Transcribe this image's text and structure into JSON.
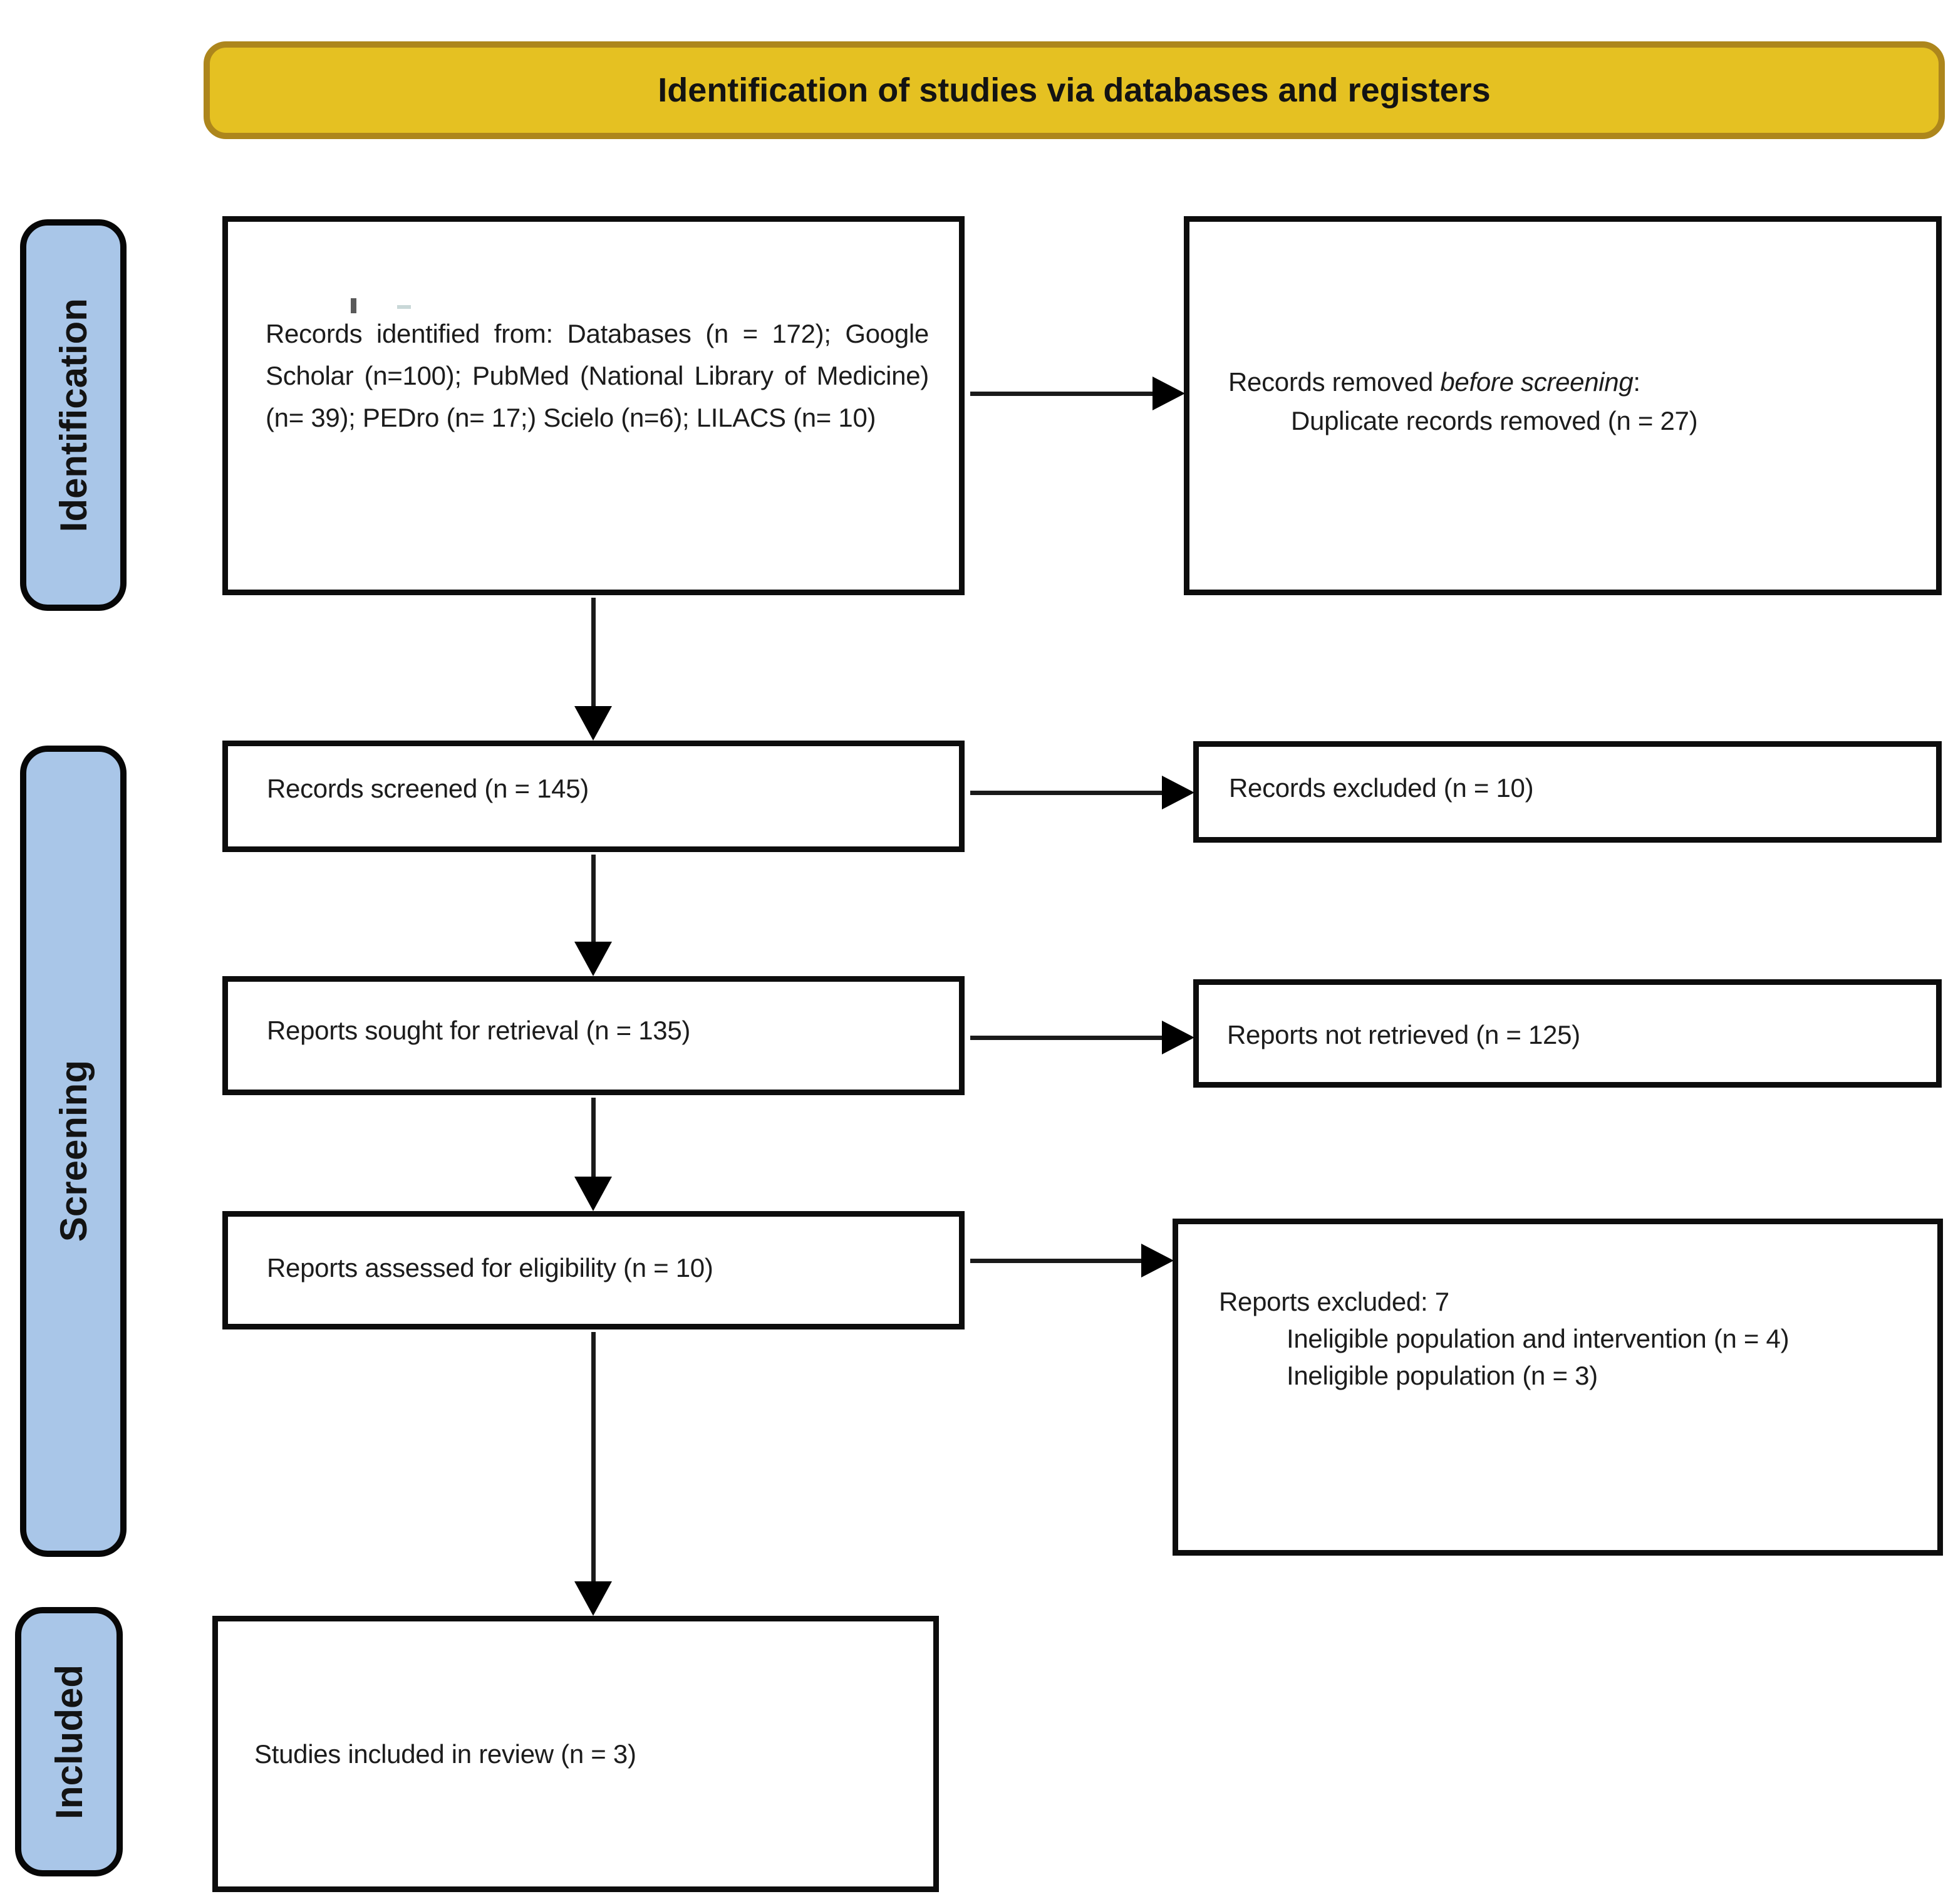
{
  "banner": {
    "title": "Identification of studies via databases and registers"
  },
  "sidebar": {
    "items": [
      {
        "label": "Identification"
      },
      {
        "label": "Screening"
      },
      {
        "label": "Included"
      }
    ]
  },
  "boxes": {
    "identified": {
      "text": "Records identified from: Databases (n = 172); Google Scholar (n=100); PubMed (National Library of Medicine) (n= 39); PEDro (n= 17;) Scielo (n=6); LILACS (n= 10)"
    },
    "removed": {
      "prefix": "Records removed ",
      "italic_text": "before screening",
      "suffix": ":",
      "line2": "Duplicate records removed (n = 27)"
    },
    "screened": {
      "text": "Records screened (n = 145)"
    },
    "excluded": {
      "text": "Records excluded (n = 10)"
    },
    "sought": {
      "text": "Reports sought for retrieval (n = 135)"
    },
    "not_retrieved": {
      "text": "Reports not retrieved (n = 125)"
    },
    "assessed": {
      "text": "Reports assessed for eligibility (n = 10)"
    },
    "reports_excluded": {
      "line1": "Reports excluded: 7",
      "line2": "Ineligible population and intervention (n = 4)",
      "line3": "Ineligible population (n = 3)"
    },
    "included_studies": {
      "text": "Studies included in review (n = 3)"
    }
  },
  "colors": {
    "banner_bg": "#E5C122",
    "banner_border": "#AD861C",
    "stage_label_bg": "#A9C6E8",
    "box_border": "#0D0D0D",
    "arrow": "#1A1A1A"
  }
}
